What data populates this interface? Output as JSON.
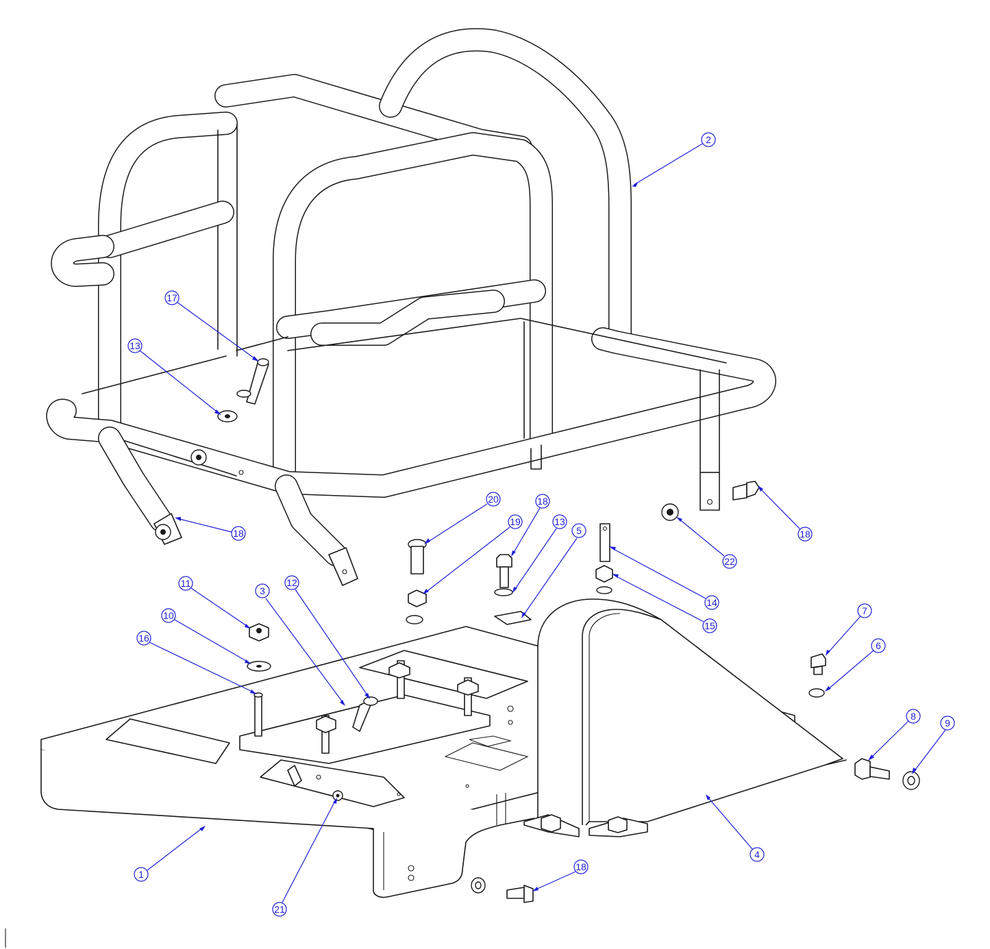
{
  "diagram": {
    "type": "exploded-assembly-drawing",
    "colors": {
      "linework": "#1a1a1a",
      "callout": "#1f1fd6",
      "background": "#ffffff"
    },
    "callouts": [
      {
        "id": "c1",
        "label": "1"
      },
      {
        "id": "c2",
        "label": "2"
      },
      {
        "id": "c3",
        "label": "3"
      },
      {
        "id": "c4",
        "label": "4"
      },
      {
        "id": "c5",
        "label": "5"
      },
      {
        "id": "c6",
        "label": "6"
      },
      {
        "id": "c7",
        "label": "7"
      },
      {
        "id": "c8",
        "label": "8"
      },
      {
        "id": "c9",
        "label": "9"
      },
      {
        "id": "c10",
        "label": "10"
      },
      {
        "id": "c11",
        "label": "11"
      },
      {
        "id": "c12",
        "label": "12"
      },
      {
        "id": "c13a",
        "label": "13"
      },
      {
        "id": "c13b",
        "label": "13"
      },
      {
        "id": "c14",
        "label": "14"
      },
      {
        "id": "c15",
        "label": "15"
      },
      {
        "id": "c16",
        "label": "16"
      },
      {
        "id": "c17",
        "label": "17"
      },
      {
        "id": "c18a",
        "label": "18"
      },
      {
        "id": "c18b",
        "label": "18"
      },
      {
        "id": "c18c",
        "label": "18"
      },
      {
        "id": "c18d",
        "label": "18"
      },
      {
        "id": "c19",
        "label": "19"
      },
      {
        "id": "c20",
        "label": "20"
      },
      {
        "id": "c21",
        "label": "21"
      },
      {
        "id": "c22",
        "label": "22"
      }
    ]
  }
}
